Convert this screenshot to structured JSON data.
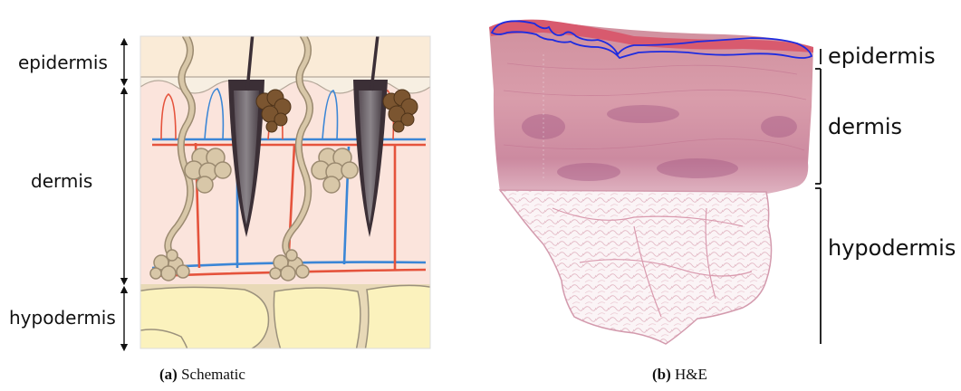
{
  "figure": {
    "panel_a": {
      "caption_tag": "(a)",
      "caption_text": "Schematic",
      "layers": [
        "epidermis",
        "dermis",
        "hypodermis"
      ]
    },
    "panel_b": {
      "caption_tag": "(b)",
      "caption_text": "H&E",
      "layers": [
        "epidermis",
        "dermis",
        "hypodermis"
      ]
    }
  },
  "colors": {
    "artery": "#e5533c",
    "vein": "#3b86d6",
    "annotation_outline": "#1d2be0",
    "tissue_pink": "#d79ab0",
    "dermis_bg": "#fbe8df",
    "hypodermis_fat": "#fbf2bd"
  }
}
